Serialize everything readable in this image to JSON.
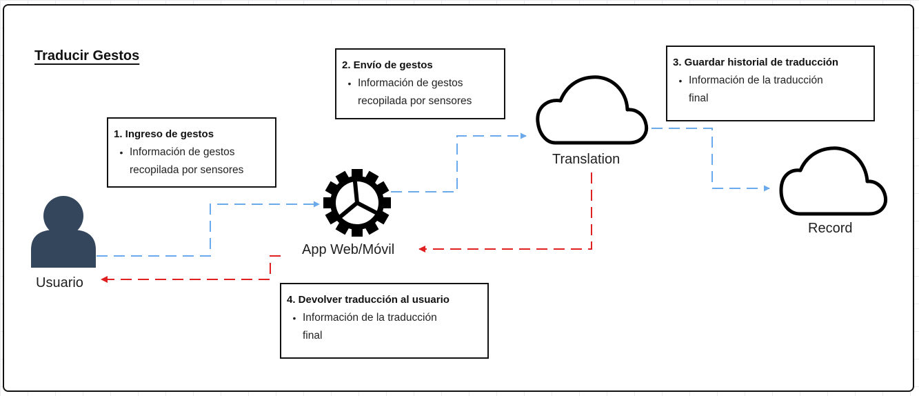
{
  "title": "Traducir Gestos",
  "nodes": {
    "user": "Usuario",
    "app": "App Web/Móvil",
    "translation": "Translation",
    "record": "Record"
  },
  "steps": [
    {
      "heading": "1. Ingreso de gestos",
      "bullet": "Información de gestos recopilada por sensores"
    },
    {
      "heading": "2. Envío de gestos",
      "bullet": "Información de gestos recopilada por sensores"
    },
    {
      "heading": "3. Guardar historial de traducción",
      "bullet": "Información de la traducción final"
    },
    {
      "heading": "4. Devolver traducción al usuario",
      "bullet": "Información de la traducción final"
    }
  ],
  "bullet_symbol": "•",
  "icons": {
    "user": "user-icon",
    "app": "gear-icon",
    "translation": "cloud-icon",
    "record": "cloud-icon"
  },
  "colors": {
    "request_flow": "#6aa9ec",
    "response_flow": "#e02020",
    "user_icon": "#34465c"
  }
}
